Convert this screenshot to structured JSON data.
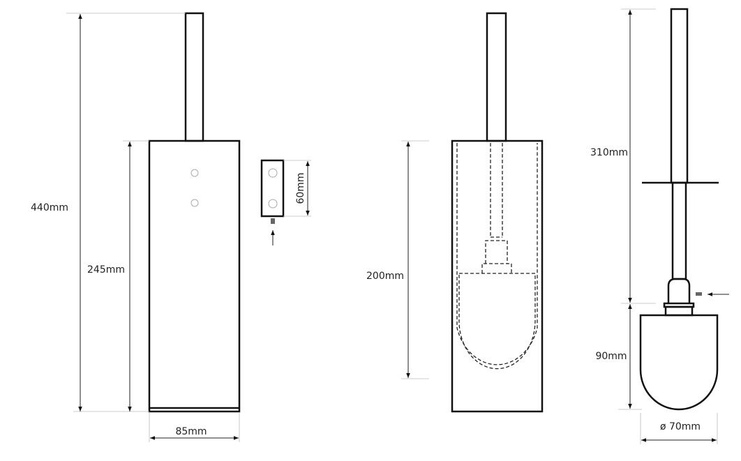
{
  "drawing": {
    "front_view": {
      "height_total": "440mm",
      "height_body": "245mm",
      "width": "85mm"
    },
    "bracket_view": {
      "height": "60mm"
    },
    "section_view": {
      "inner_height": "200mm"
    },
    "brush_view": {
      "handle_length": "310mm",
      "head_height": "90mm",
      "head_diameter": "ø 70mm"
    }
  },
  "colors": {
    "line": "#111111",
    "extension": "#bbbbbb",
    "hole": "#aaaaaa"
  }
}
